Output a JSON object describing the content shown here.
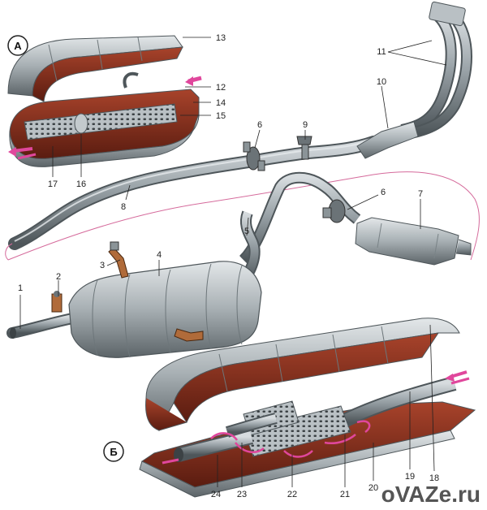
{
  "watermark": "oVAZe.ru",
  "section_labels": {
    "a": "А",
    "b": "Б"
  },
  "callouts": [
    "1",
    "2",
    "3",
    "4",
    "5",
    "6",
    "6",
    "7",
    "8",
    "9",
    "10",
    "11",
    "12",
    "13",
    "14",
    "15",
    "16",
    "17",
    "18",
    "19",
    "20",
    "21",
    "22",
    "23",
    "24"
  ],
  "colors": {
    "metal": "#9aa3a8",
    "metal_dark": "#5f686d",
    "metal_light": "#d7dcdf",
    "inner_red": "#8a2f1c",
    "inner_red_dark": "#5a1c10",
    "flow_arrow": "#e0479c",
    "line": "#222222"
  }
}
